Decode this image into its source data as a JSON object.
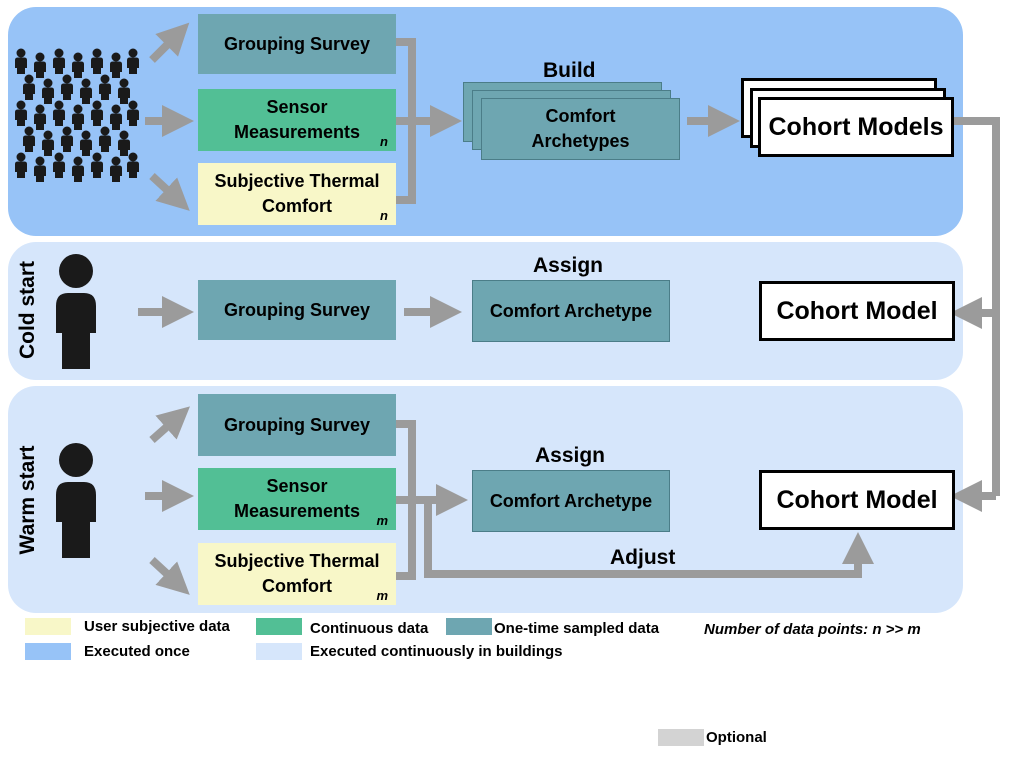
{
  "top": {
    "grouping_survey": "Grouping Survey",
    "sensor_measurements": "Sensor Measurements",
    "sensor_sub": "n",
    "subjective": "Subjective Thermal Comfort",
    "subjective_sub": "n",
    "build_label": "Build",
    "archetypes": "Comfort Archetypes",
    "cohort_models": "Cohort Models"
  },
  "cold": {
    "side_label": "Cold start",
    "grouping_survey": "Grouping Survey",
    "assign_label": "Assign",
    "archetype": "Comfort Archetype",
    "cohort_model": "Cohort Model"
  },
  "warm": {
    "side_label": "Warm start",
    "grouping_survey": "Grouping Survey",
    "sensor_measurements": "Sensor Measurements",
    "sensor_sub": "m",
    "subjective": "Subjective Thermal Comfort",
    "subjective_sub": "m",
    "assign_label": "Assign",
    "archetype": "Comfort Archetype",
    "adjust_label": "Adjust",
    "cohort_model": "Cohort Model"
  },
  "legend": {
    "user_subjective": "User subjective data",
    "continuous": "Continuous data",
    "one_time": "One-time sampled data",
    "note": "Number of data points: n >> m",
    "executed_once": "Executed once",
    "executed_continuously": "Executed continuously in buildings",
    "optional": "Optional"
  },
  "colors": {
    "executed_once": "#97c3f7",
    "executed_continuously": "#d6e6fb",
    "one_time": "#6ea6b1",
    "continuous": "#52bf95",
    "user_subjective": "#f8f7c8",
    "arrow": "#9b9b9b",
    "optional": "#d3d3d3"
  },
  "icons": [
    "crowd-icon",
    "person-icon"
  ]
}
